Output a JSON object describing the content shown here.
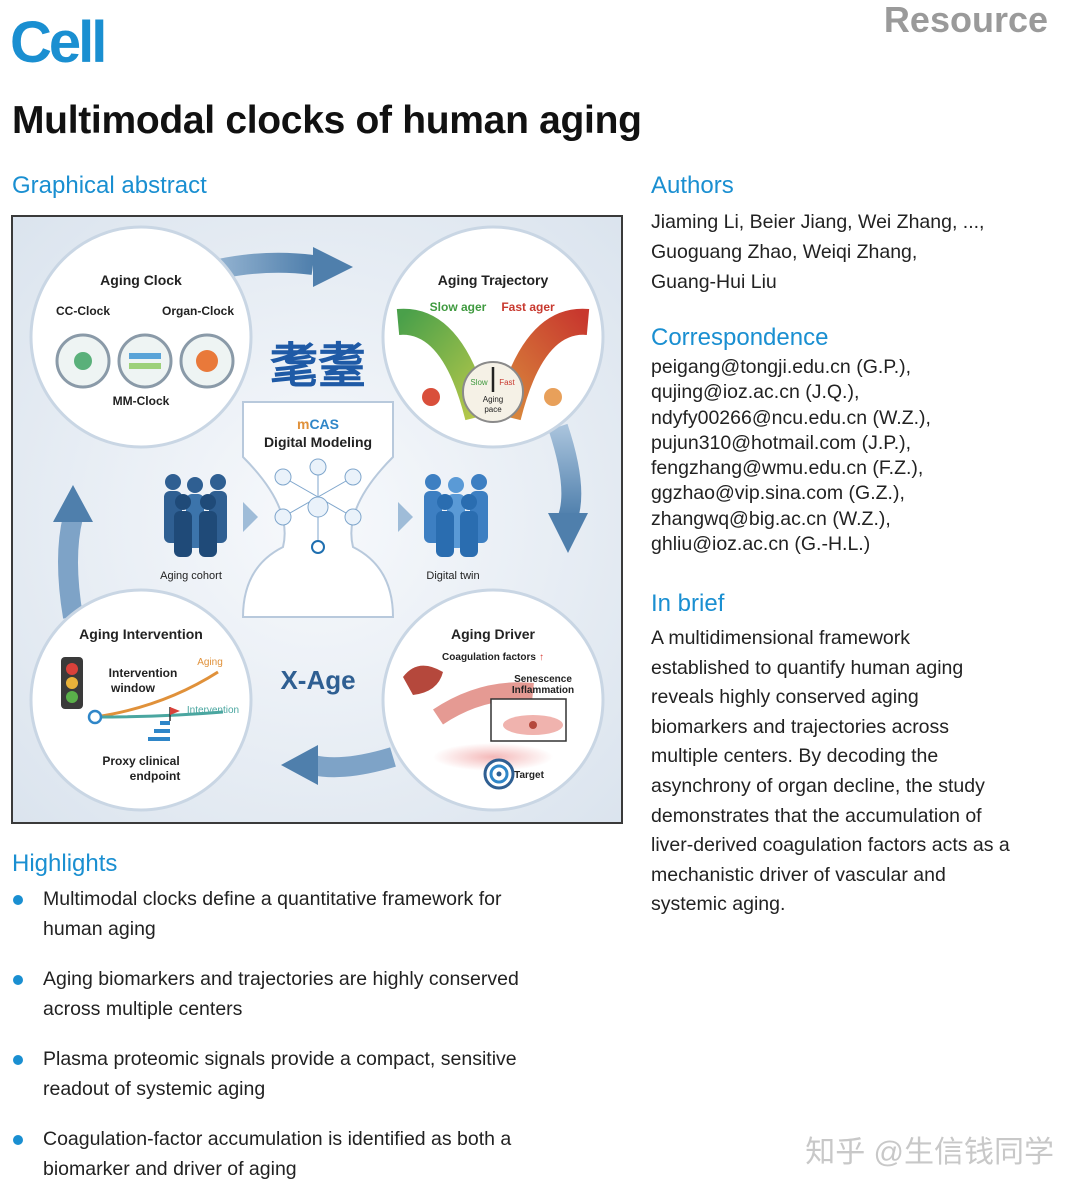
{
  "header": {
    "journal": "Cell",
    "article_type": "Resource"
  },
  "title": "Multimodal clocks of human aging",
  "graphical_abstract": {
    "heading": "Graphical abstract",
    "aging_clock": {
      "title": "Aging Clock",
      "cc": "CC-Clock",
      "organ": "Organ-Clock",
      "mm": "MM-Clock"
    },
    "calligraphy": "耄耋",
    "center": {
      "brand_m": "m",
      "brand_cas": "CAS",
      "subtitle": "Digital Modeling"
    },
    "aging_cohort": "Aging cohort",
    "digital_twin": "Digital twin",
    "aging_trajectory": {
      "title": "Aging Trajectory",
      "slow": "Slow ager",
      "fast": "Fast ager",
      "gauge_slow": "Slow",
      "gauge_fast": "Fast",
      "gauge_1": "Aging",
      "gauge_2": "pace"
    },
    "aging_intervention": {
      "title": "Aging Intervention",
      "window_1": "Intervention",
      "window_2": "window",
      "aging": "Aging",
      "intervention": "Intervention",
      "proxy_1": "Proxy clinical",
      "proxy_2": "endpoint"
    },
    "xage": "X-Age",
    "aging_driver": {
      "title": "Aging Driver",
      "coag": "Coagulation factors",
      "arrow": "↑",
      "sen_1": "Senescence",
      "sen_2": "Inflammation",
      "target": "Target"
    }
  },
  "authors": {
    "heading": "Authors",
    "lines": [
      "Jiaming Li, Beier Jiang, Wei Zhang, ...,",
      "Guoguang Zhao, Weiqi Zhang,",
      "Guang-Hui Liu"
    ]
  },
  "correspondence": {
    "heading": "Correspondence",
    "emails": [
      "peigang@tongji.edu.cn (G.P.),",
      "qujing@ioz.ac.cn (J.Q.),",
      "ndyfy00266@ncu.edu.cn (W.Z.),",
      "pujun310@hotmail.com (J.P.),",
      "fengzhang@wmu.edu.cn (F.Z.),",
      "ggzhao@vip.sina.com (G.Z.),",
      "zhangwq@big.ac.cn (W.Z.),",
      "ghliu@ioz.ac.cn (G.-H.L.)"
    ]
  },
  "in_brief": {
    "heading": "In brief",
    "lines": [
      "A multidimensional framework",
      "established to quantify human aging",
      "reveals highly conserved aging",
      "biomarkers and trajectories across",
      "multiple centers. By decoding the",
      "asynchrony of organ decline, the study",
      "demonstrates that the accumulation of",
      "liver-derived coagulation factors acts as a",
      "mechanistic driver of vascular and",
      "systemic aging."
    ]
  },
  "highlights": {
    "heading": "Highlights",
    "items": [
      {
        "l1": "Multimodal clocks define a quantitative framework for",
        "l2": "human aging"
      },
      {
        "l1": "Aging biomarkers and trajectories are highly conserved",
        "l2": "across multiple centers"
      },
      {
        "l1": "Plasma proteomic signals provide a compact, sensitive",
        "l2": "readout of systemic aging"
      },
      {
        "l1": "Coagulation-factor accumulation is identified as both a",
        "l2": "biomarker and driver of aging"
      }
    ]
  },
  "watermark": "知乎 @生信钱同学",
  "colors": {
    "accent": "#1a8fd1",
    "resource": "#9a9a9a",
    "watermark": "#c8c8c8"
  }
}
